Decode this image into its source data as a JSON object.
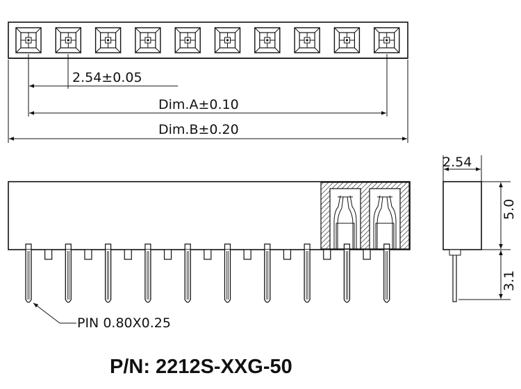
{
  "dimensions": {
    "pitch": "2.54±0.05",
    "dim_a": "Dim.A±0.10",
    "dim_b": "Dim.B±0.20",
    "side_width": "2.54",
    "side_height": "5.0",
    "pin_length": "3.1",
    "pin_size": "PIN 0.80X0.25"
  },
  "part_number": "P/N: 2212S-XXG-50",
  "colors": {
    "line": "#111111",
    "background": "#ffffff"
  }
}
